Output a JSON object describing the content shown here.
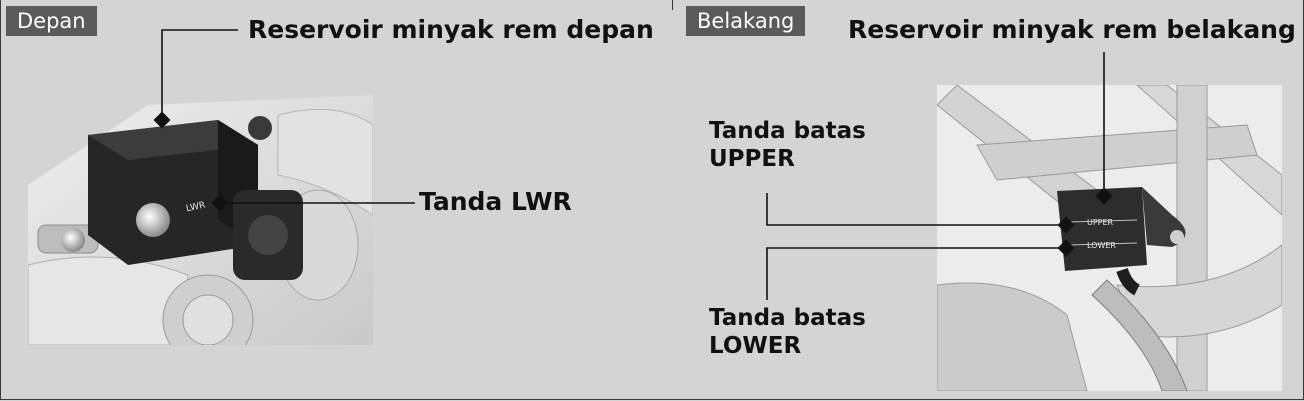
{
  "panels": {
    "front": {
      "tag": "Depan",
      "reservoir_label": "Reservoir minyak rem depan",
      "mark_label": "Tanda LWR",
      "engraving": "LWR"
    },
    "rear": {
      "tag": "Belakang",
      "reservoir_label": "Reservoir minyak rem belakang",
      "upper_label_line1": "Tanda batas",
      "upper_label_line2": "UPPER",
      "lower_label_line1": "Tanda batas",
      "lower_label_line2": "LOWER",
      "engraving_upper": "UPPER",
      "engraving_lower": "LOWER"
    }
  }
}
